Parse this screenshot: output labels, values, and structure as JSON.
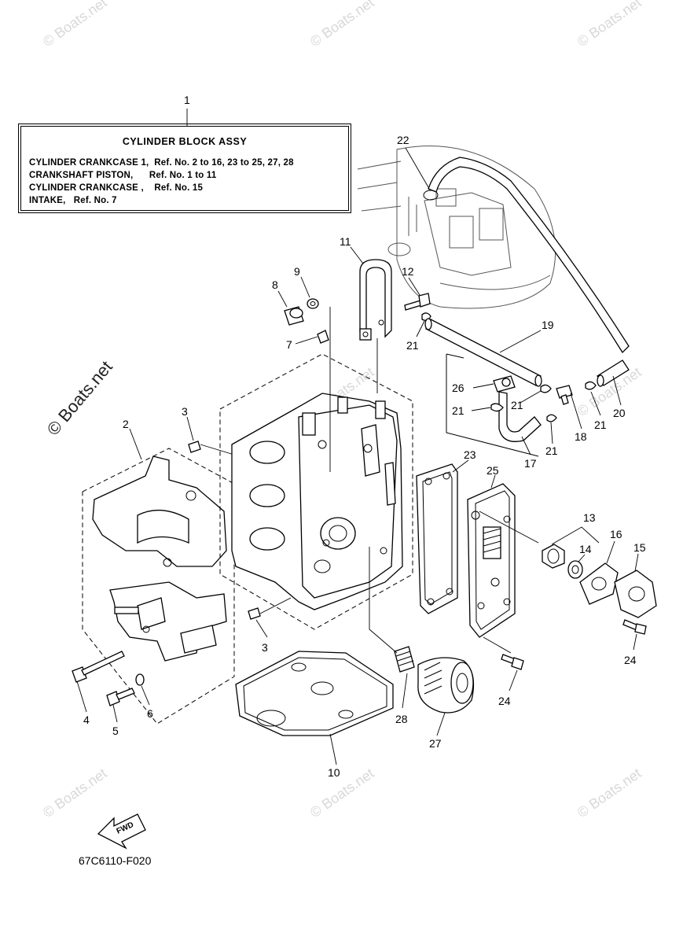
{
  "reference_box": {
    "title": "CYLINDER  BLOCK  ASSY",
    "lines": [
      "CYLINDER CRANKCASE 1,  Ref. No. 2 to 16, 23 to 25, 27, 28",
      "CRANKSHAFT PISTON,      Ref. No. 1 to 11",
      "CYLINDER CRANKCASE ,    Ref. No. 15",
      "INTAKE,   Ref. No. 7"
    ]
  },
  "callouts": {
    "n1": "1",
    "n2": "2",
    "n3a": "3",
    "n3b": "3",
    "n4": "4",
    "n5": "5",
    "n6": "6",
    "n7": "7",
    "n8": "8",
    "n9": "9",
    "n10": "10",
    "n11": "11",
    "n12": "12",
    "n13": "13",
    "n14": "14",
    "n15": "15",
    "n16": "16",
    "n17": "17",
    "n18": "18",
    "n19": "19",
    "n20": "20",
    "n21a": "21",
    "n21b": "21",
    "n21c": "21",
    "n21d": "21",
    "n21e": "21",
    "n22": "22",
    "n23": "23",
    "n24a": "24",
    "n24b": "24",
    "n25": "25",
    "n26": "26",
    "n27": "27",
    "n28": "28"
  },
  "fwd_label": "FWD",
  "diagram_code": "67C6110-F020",
  "watermark": {
    "main": "© Boats.net",
    "small": "© Boats.net"
  }
}
